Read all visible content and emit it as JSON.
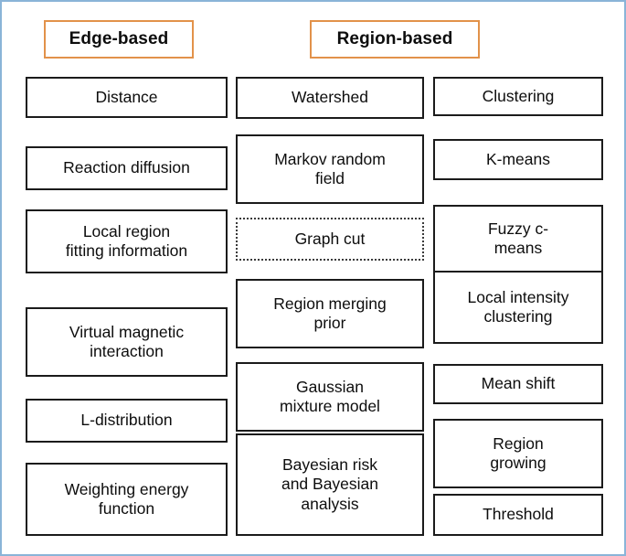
{
  "frame": {
    "border_color": "#8ab4d8",
    "background": "#ffffff"
  },
  "headers": [
    {
      "label": "Edge-based",
      "border_color": "#e2924a"
    },
    {
      "label": "Region-based",
      "border_color": "#e2924a"
    }
  ],
  "columns": [
    {
      "name": "edge-based",
      "header": "Edge-based",
      "nodes": [
        {
          "label": "Distance",
          "border": "solid"
        },
        {
          "label": "Reaction diffusion",
          "border": "solid"
        },
        {
          "label": "Local region\nfitting information",
          "border": "solid"
        },
        {
          "label": "Virtual magnetic\ninteraction",
          "border": "solid"
        },
        {
          "label": "L-distribution",
          "border": "solid"
        },
        {
          "label": "Weighting energy\nfunction",
          "border": "solid"
        }
      ]
    },
    {
      "name": "region-based-middle",
      "header": "Region-based",
      "nodes": [
        {
          "label": "Watershed",
          "border": "solid"
        },
        {
          "label": "Markov random\nfield",
          "border": "solid"
        },
        {
          "label": "Graph cut",
          "border": "dotted"
        },
        {
          "label": "Region merging\nprior",
          "border": "solid"
        },
        {
          "label": "Gaussian\nmixture model",
          "border": "solid"
        },
        {
          "label": "Bayesian risk\nand Bayesian\nanalysis",
          "border": "solid"
        }
      ]
    },
    {
      "name": "region-based-right",
      "header": "",
      "nodes": [
        {
          "label": "Clustering",
          "border": "solid"
        },
        {
          "label": "K-means",
          "border": "solid"
        },
        {
          "label": "Fuzzy c-\nmeans",
          "border": "solid"
        },
        {
          "label": "Local intensity\nclustering",
          "border": "solid"
        },
        {
          "label": "Mean shift",
          "border": "solid"
        },
        {
          "label": "Region\ngrowing",
          "border": "solid"
        },
        {
          "label": "Threshold",
          "border": "solid"
        }
      ]
    }
  ]
}
